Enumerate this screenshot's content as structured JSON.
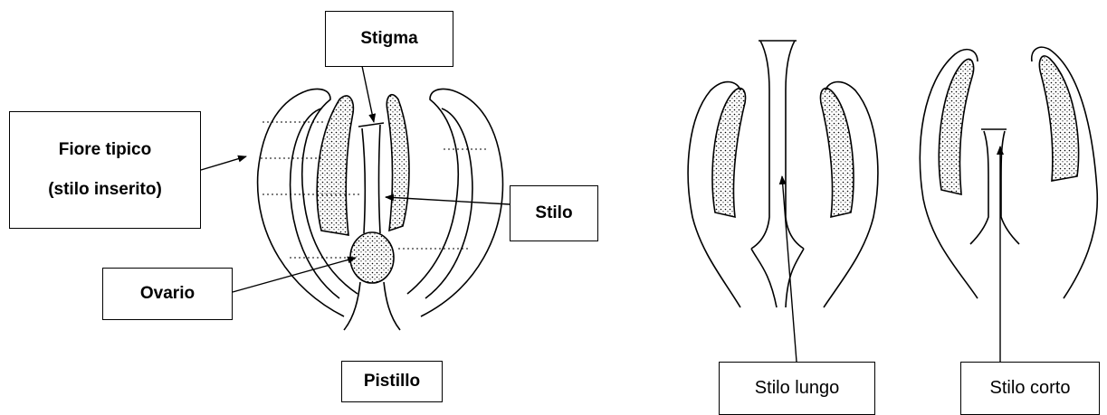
{
  "labels": {
    "stigma": "Stigma",
    "fiore_line1": "Fiore tipico",
    "fiore_line2": "(stilo inserito)",
    "stilo": "Stilo",
    "ovario": "Ovario",
    "pistillo": "Pistillo",
    "stilo_lungo": "Stilo lungo",
    "stilo_corto": "Stilo corto"
  },
  "colors": {
    "ink": "#000000",
    "background": "#ffffff"
  }
}
